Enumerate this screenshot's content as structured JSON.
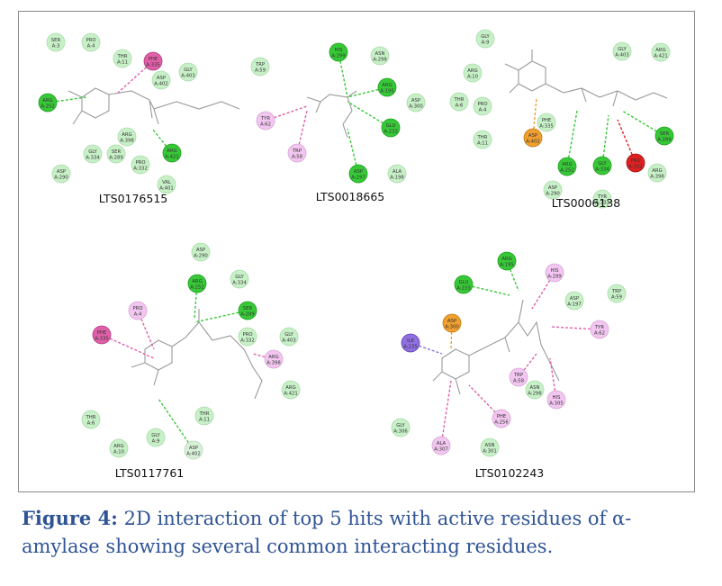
{
  "colors": {
    "conventional_hbond": "#37c837",
    "vdw": "#c8f0c8",
    "pi_anion": "#f0a030",
    "pi_pi": "#e060a8",
    "pi_alkyl": "#f2c6f0",
    "unfavorable": "#e02020",
    "pi_sigma": "#9070e0",
    "carbon_hbond": "#d8f0d8"
  },
  "figure": {
    "panels": [
      {
        "label": "LTS0176515",
        "residues": [
          {
            "name": "SER",
            "num": "A:3",
            "type": "vdw"
          },
          {
            "name": "PRO",
            "num": "A:4",
            "type": "vdw"
          },
          {
            "name": "THR",
            "num": "A:11",
            "type": "vdw"
          },
          {
            "name": "PHE",
            "num": "A:335",
            "type": "pi_pi"
          },
          {
            "name": "GLY",
            "num": "A:403",
            "type": "vdw"
          },
          {
            "name": "ASP",
            "num": "A:402",
            "type": "vdw"
          },
          {
            "name": "ARG",
            "num": "A:252",
            "type": "conventional_hbond"
          },
          {
            "name": "ARG",
            "num": "A:398",
            "type": "vdw"
          },
          {
            "name": "GLY",
            "num": "A:334",
            "type": "vdw"
          },
          {
            "name": "SER",
            "num": "A:289",
            "type": "vdw"
          },
          {
            "name": "PRO",
            "num": "A:332",
            "type": "vdw"
          },
          {
            "name": "ARG",
            "num": "A:421",
            "type": "conventional_hbond"
          },
          {
            "name": "ASP",
            "num": "A:290",
            "type": "vdw"
          },
          {
            "name": "VAL",
            "num": "A:401",
            "type": "vdw"
          }
        ]
      },
      {
        "label": "LTS0018665",
        "residues": [
          {
            "name": "TRP",
            "num": "A:59",
            "type": "vdw"
          },
          {
            "name": "HIS",
            "num": "A:299",
            "type": "conventional_hbond"
          },
          {
            "name": "ASN",
            "num": "A:298",
            "type": "vdw"
          },
          {
            "name": "ARG",
            "num": "A:195",
            "type": "conventional_hbond"
          },
          {
            "name": "ASP",
            "num": "A:300",
            "type": "vdw"
          },
          {
            "name": "TYR",
            "num": "A:62",
            "type": "pi_alkyl"
          },
          {
            "name": "GLU",
            "num": "A:233",
            "type": "conventional_hbond"
          },
          {
            "name": "TRP",
            "num": "A:58",
            "type": "pi_alkyl"
          },
          {
            "name": "ASP",
            "num": "A:197",
            "type": "conventional_hbond"
          },
          {
            "name": "ALA",
            "num": "A:198",
            "type": "vdw"
          }
        ]
      },
      {
        "label": "LTS0006138",
        "residues": [
          {
            "name": "GLY",
            "num": "A:9",
            "type": "vdw"
          },
          {
            "name": "GLY",
            "num": "A:403",
            "type": "vdw"
          },
          {
            "name": "ARG",
            "num": "A:421",
            "type": "vdw"
          },
          {
            "name": "ARG",
            "num": "A:10",
            "type": "vdw"
          },
          {
            "name": "THR",
            "num": "A:6",
            "type": "vdw"
          },
          {
            "name": "PRO",
            "num": "A:4",
            "type": "vdw"
          },
          {
            "name": "PHE",
            "num": "A:335",
            "type": "vdw"
          },
          {
            "name": "ASP",
            "num": "A:402",
            "type": "pi_anion"
          },
          {
            "name": "THR",
            "num": "A:11",
            "type": "vdw"
          },
          {
            "name": "ARG",
            "num": "A:252",
            "type": "conventional_hbond"
          },
          {
            "name": "GLY",
            "num": "A:334",
            "type": "conventional_hbond"
          },
          {
            "name": "SER",
            "num": "A:289",
            "type": "conventional_hbond"
          },
          {
            "name": "PRO",
            "num": "A:332",
            "type": "unfavorable"
          },
          {
            "name": "ARG",
            "num": "A:398",
            "type": "vdw"
          },
          {
            "name": "ASP",
            "num": "A:290",
            "type": "vdw"
          },
          {
            "name": "TYR",
            "num": "A:333",
            "type": "vdw"
          }
        ]
      },
      {
        "label": "LTS0117761",
        "residues": [
          {
            "name": "ASP",
            "num": "A:290",
            "type": "vdw"
          },
          {
            "name": "ARG",
            "num": "A:252",
            "type": "conventional_hbond"
          },
          {
            "name": "GLY",
            "num": "A:334",
            "type": "vdw"
          },
          {
            "name": "SER",
            "num": "A:289",
            "type": "conventional_hbond"
          },
          {
            "name": "PRO",
            "num": "A:4",
            "type": "pi_alkyl"
          },
          {
            "name": "PRO",
            "num": "A:332",
            "type": "vdw"
          },
          {
            "name": "GLY",
            "num": "A:403",
            "type": "vdw"
          },
          {
            "name": "PHE",
            "num": "A:335",
            "type": "pi_pi"
          },
          {
            "name": "ARG",
            "num": "A:398",
            "type": "pi_alkyl"
          },
          {
            "name": "ARG",
            "num": "A:421",
            "type": "vdw"
          },
          {
            "name": "THR",
            "num": "A:11",
            "type": "vdw"
          },
          {
            "name": "THR",
            "num": "A:6",
            "type": "vdw"
          },
          {
            "name": "GLY",
            "num": "A:9",
            "type": "vdw"
          },
          {
            "name": "ARG",
            "num": "A:10",
            "type": "vdw"
          },
          {
            "name": "ASP",
            "num": "A:402",
            "type": "carbon_hbond"
          }
        ]
      },
      {
        "label": "LTS0102243",
        "residues": [
          {
            "name": "ARG",
            "num": "A:195",
            "type": "conventional_hbond"
          },
          {
            "name": "HIS",
            "num": "A:299",
            "type": "pi_alkyl"
          },
          {
            "name": "GLU",
            "num": "A:233",
            "type": "conventional_hbond"
          },
          {
            "name": "TRP",
            "num": "A:59",
            "type": "vdw"
          },
          {
            "name": "ASP",
            "num": "A:197",
            "type": "vdw"
          },
          {
            "name": "ASP",
            "num": "A:300",
            "type": "pi_anion"
          },
          {
            "name": "TYR",
            "num": "A:62",
            "type": "pi_alkyl"
          },
          {
            "name": "ILE",
            "num": "A:235",
            "type": "pi_sigma"
          },
          {
            "name": "TRP",
            "num": "A:58",
            "type": "pi_alkyl"
          },
          {
            "name": "ASN",
            "num": "A:298",
            "type": "vdw"
          },
          {
            "name": "HIS",
            "num": "A:305",
            "type": "pi_alkyl"
          },
          {
            "name": "PHE",
            "num": "A:256",
            "type": "pi_alkyl"
          },
          {
            "name": "GLY",
            "num": "A:306",
            "type": "vdw"
          },
          {
            "name": "ALA",
            "num": "A:307",
            "type": "pi_alkyl"
          },
          {
            "name": "ASN",
            "num": "A:301",
            "type": "vdw"
          }
        ]
      }
    ]
  },
  "caption": {
    "label": "Figure 4:",
    "text": " 2D interaction of top 5 hits with active residues of α-amylase showing several common interacting residues."
  }
}
